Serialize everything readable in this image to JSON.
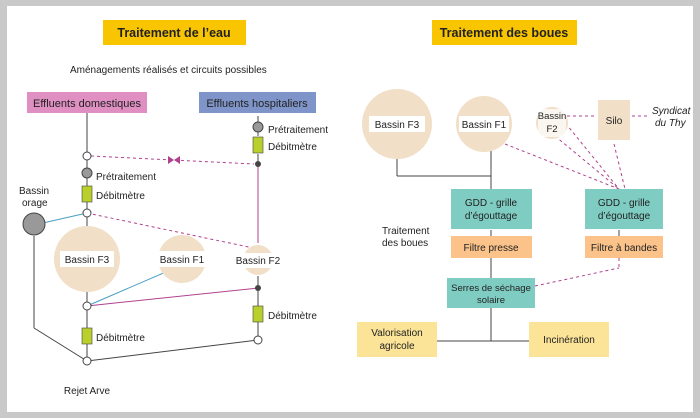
{
  "water": {
    "title": "Traitement de l’eau",
    "subtitle": "Aménagements réalisés et circuits possibles",
    "effluents_domestiques": "Effluents domestiques",
    "effluents_hospitaliers": "Effluents hospitaliers",
    "pretraitement_dom": "Prétraitement",
    "debitmetre_dom": "Débitmètre",
    "pretraitement_hosp": "Prétraitement",
    "debitmetre_hosp": "Débitmètre",
    "bassin_orage": [
      "Bassin",
      "orage"
    ],
    "bassin_f3": "Bassin F3",
    "bassin_f1": "Bassin F1",
    "bassin_f2": "Bassin F2",
    "debitmetre_bottom": "Débitmètre",
    "debitmetre_right": "Débitmètre",
    "rejet": "Rejet Arve"
  },
  "sludge": {
    "title": "Traitement des boues",
    "bassin_f3": "Bassin F3",
    "bassin_f1": "Bassin F1",
    "bassin_f2": [
      "Bassin",
      "F2"
    ],
    "silo": "Silo",
    "syndicat": [
      "Syndicat",
      "du Thy"
    ],
    "traitement_label": [
      "Traitement",
      "des boues"
    ],
    "gdd_left": [
      "GDD - grille",
      "d’égouttage"
    ],
    "gdd_right": [
      "GDD - grille",
      "d’égouttage"
    ],
    "filtre_presse": "Filtre presse",
    "filtre_bandes": "Filtre à bandes",
    "serres": [
      "Serres de séchage",
      "solaire"
    ],
    "valorisation": [
      "Valorisation",
      "agricole"
    ],
    "incineration": "Incinération"
  },
  "colors": {
    "title_bg": "#f9c400",
    "pink": "#e08fc3",
    "blue": "#7f95c9",
    "beige": "#f1dfc8",
    "green_meter": "#b9cf2c",
    "teal": "#7fcdc2",
    "orange": "#fbc38a",
    "yellow": "#fbe497",
    "magenta_line": "#b1418f",
    "cyan_line": "#4a9fc4",
    "dark_line": "#444444"
  }
}
